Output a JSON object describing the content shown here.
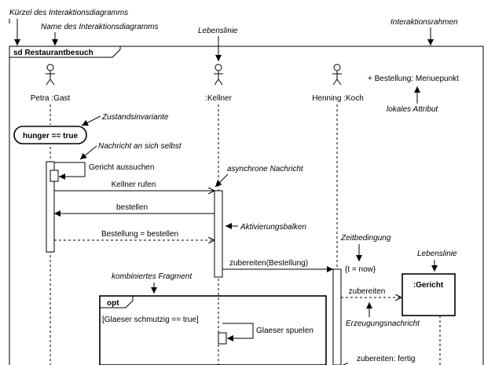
{
  "annotations": {
    "kuerzel": "Kürzel des Interaktionsdiagramms",
    "name": "Name des Interaktionsdiagramms",
    "lebenslinie_top": "Lebenslinie",
    "interaktionsrahmen": "Interaktionsrahmen",
    "zustandsinvariante": "Zustandsinvariante",
    "nachricht_selbst": "Nachricht an sich selbst",
    "asynchrone": "asynchrone Nachricht",
    "aktivierungsbalken": "Aktivierungsbalken",
    "lokales_attribut": "lokales Attribut",
    "zeitbedingung": "Zeitbedingung",
    "lebenslinie_gericht": "Lebenslinie",
    "kombiniertes_fragment": "kombiniertes Fragment",
    "erzeugungsnachricht": "Erzeugungsnachricht"
  },
  "frame": {
    "title": "sd Restaurantbesuch"
  },
  "lifelines": {
    "gast": "Petra :Gast",
    "kellner": ":Kellner",
    "koch": "Henning :Koch",
    "gericht": ":Gericht"
  },
  "attribute": "+ Bestellung: Menuepunkt",
  "invariant": "hunger == true",
  "messages": {
    "gericht_aussuchen": "Gericht aussuchen",
    "kellner_rufen": "Kellner rufen",
    "bestellen": "bestellen",
    "bestellung_reply": "Bestellung = bestellen",
    "zubereiten_bestellung": "zubereiten(Bestellung)",
    "zubereiten_create": "zubereiten",
    "glaeser_spuelen": "Glaeser spuelen",
    "zubereiten_fertig": "zubereiten: fertig"
  },
  "time_constraint": "{t = now}",
  "fragment": {
    "operator": "opt",
    "guard": "[Glaeser schmutzig == true]"
  }
}
